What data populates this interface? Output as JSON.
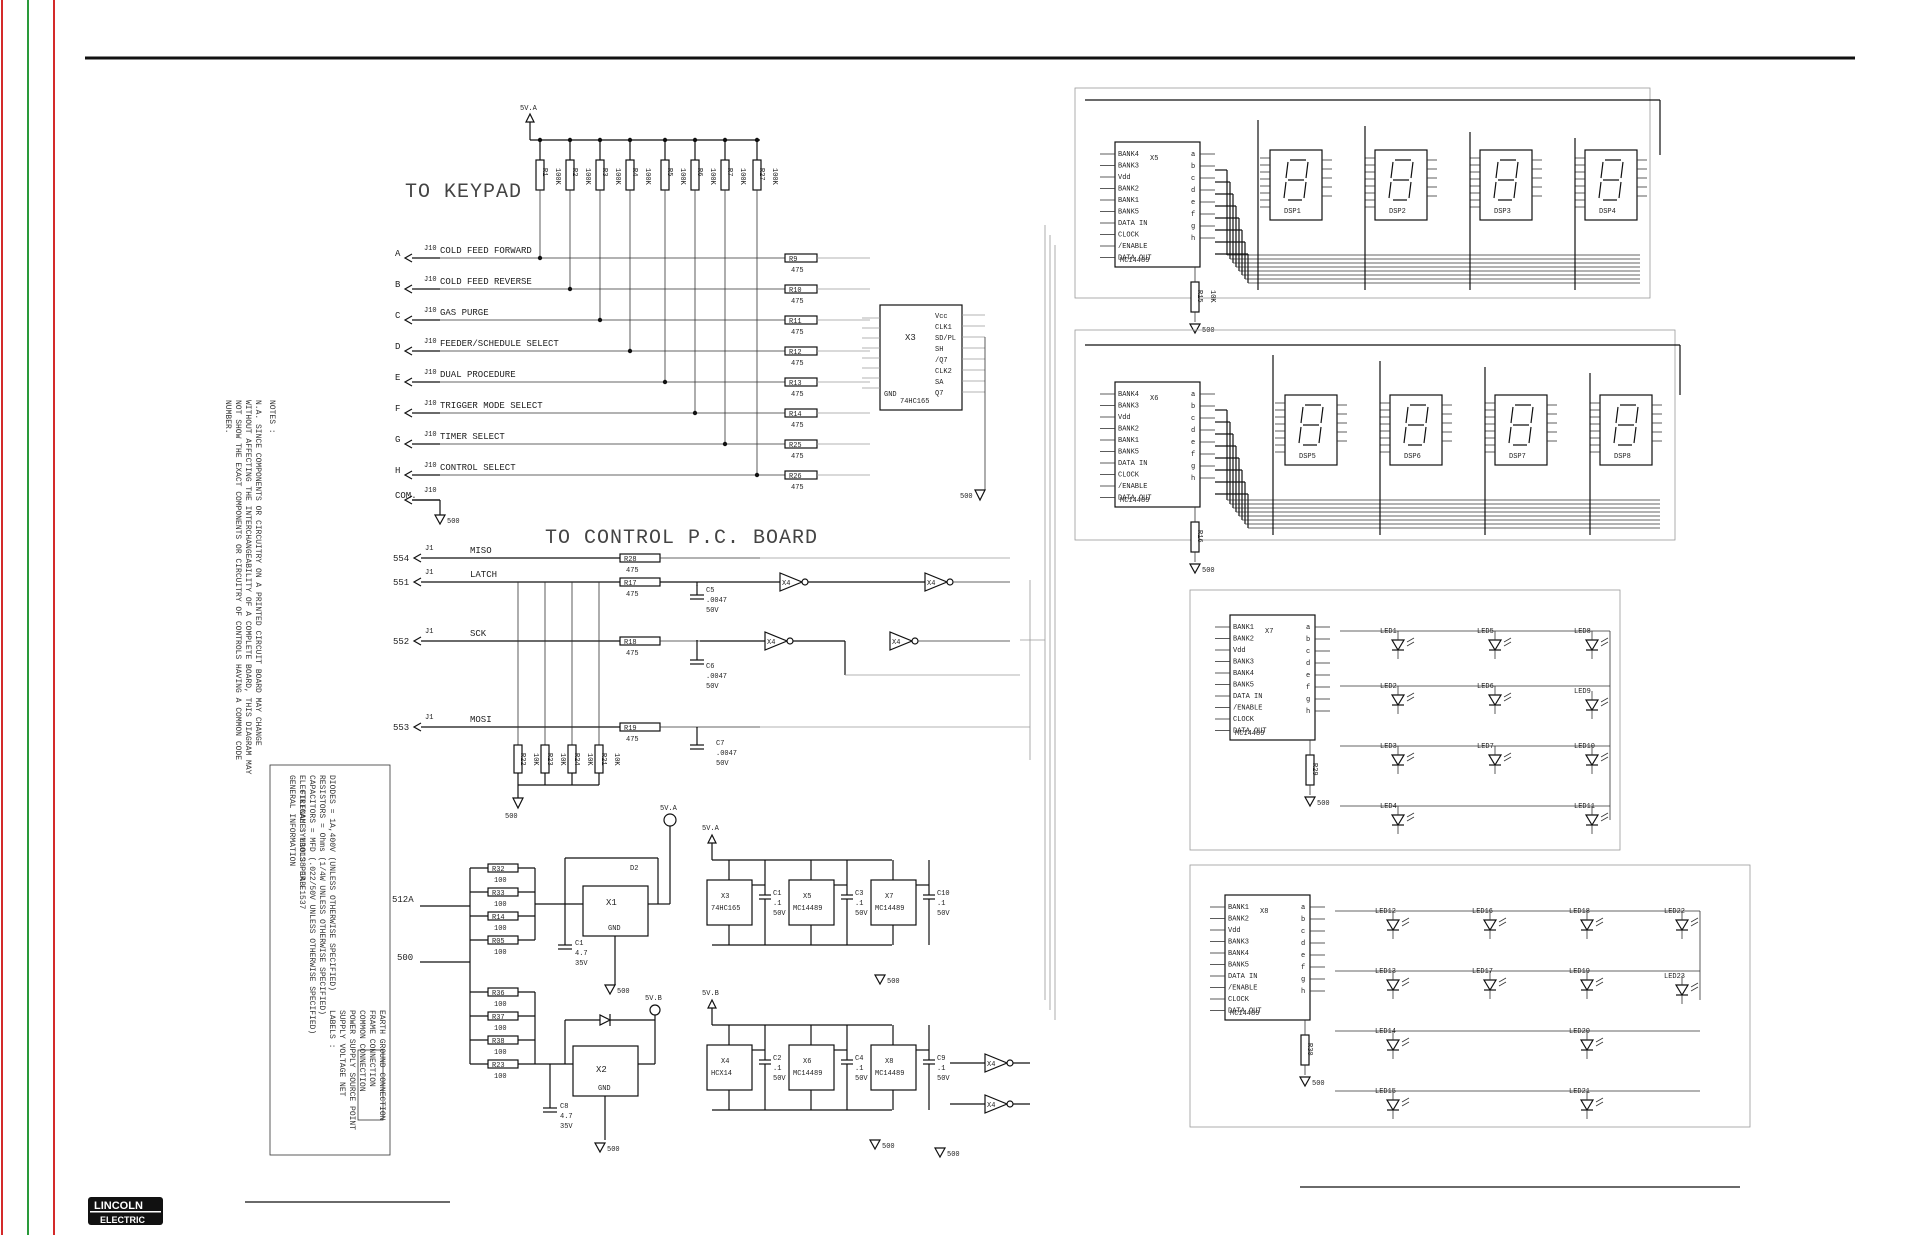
{
  "headings": {
    "keypad": "TO KEYPAD",
    "control_board": "TO CONTROL P.C. BOARD"
  },
  "keypad_inputs": [
    {
      "pin": "A",
      "conn": "J10",
      "label": "COLD FEED FORWARD",
      "res": "R9",
      "val": "475"
    },
    {
      "pin": "B",
      "conn": "J10",
      "label": "COLD FEED REVERSE",
      "res": "R10",
      "val": "475"
    },
    {
      "pin": "C",
      "conn": "J10",
      "label": "GAS PURGE",
      "res": "R11",
      "val": "475"
    },
    {
      "pin": "D",
      "conn": "J10",
      "label": "FEEDER/SCHEDULE SELECT",
      "res": "R12",
      "val": "475"
    },
    {
      "pin": "E",
      "conn": "J10",
      "label": "DUAL PROCEDURE",
      "res": "R13",
      "val": "475"
    },
    {
      "pin": "F",
      "conn": "J10",
      "label": "TRIGGER MODE SELECT",
      "res": "R14",
      "val": "475"
    },
    {
      "pin": "G",
      "conn": "J10",
      "label": "TIMER SELECT",
      "res": "R25",
      "val": "475"
    },
    {
      "pin": "H",
      "conn": "J10",
      "label": "CONTROL SELECT",
      "res": "R26",
      "val": "475"
    },
    {
      "pin": "COM.",
      "conn": "J10",
      "label": "",
      "res": "",
      "val": ""
    }
  ],
  "pullups": [
    "R1",
    "R2",
    "R3",
    "R4",
    "R5",
    "R6",
    "R7",
    "R27"
  ],
  "pullup_value": "100K",
  "supply_5va": "5V.A",
  "supply_5vb": "5V.B",
  "ground_500": "500",
  "x3": {
    "name": "X3",
    "part": "74HC165",
    "pins_right": [
      "Vcc",
      "CLK1",
      "SD/PL",
      "SH",
      "/Q7",
      "CLK2",
      "SA",
      "Q7"
    ],
    "pins_left": [
      "GND"
    ]
  },
  "control_signals": [
    {
      "net": "554",
      "conn": "J1",
      "label": "MISO",
      "res": "R28",
      "val": "475"
    },
    {
      "net": "551",
      "conn": "J1",
      "label": "LATCH",
      "res": "R17",
      "val": "475"
    },
    {
      "net": "552",
      "conn": "J1",
      "label": "SCK",
      "res": "R18",
      "val": "475"
    },
    {
      "net": "553",
      "conn": "J1",
      "label": "MOSI",
      "res": "R19",
      "val": "475"
    }
  ],
  "caps": {
    "c5": "C5",
    "c6": "C6",
    "c7": "C7",
    "cval": ".0047",
    "cv": "50V"
  },
  "pulldowns": [
    "R22",
    "R23",
    "R24",
    "R21"
  ],
  "pulldown_value": "10K",
  "x5": {
    "name": "X5",
    "part": "MC14489",
    "pins": [
      "BANK4",
      "BANK3",
      "Vdd",
      "BANK2",
      "BANK1",
      "BANK5",
      "DATA IN",
      "CLOCK",
      "/ENABLE",
      "DATA OUT"
    ]
  },
  "x6": {
    "name": "X6",
    "part": "MC14489",
    "pins": [
      "BANK4",
      "BANK3",
      "Vdd",
      "BANK2",
      "BANK1",
      "BANK5",
      "DATA IN",
      "CLOCK",
      "/ENABLE",
      "DATA OUT"
    ]
  },
  "x7": {
    "name": "X7",
    "part": "MC14489",
    "pins": [
      "BANK1",
      "BANK2",
      "Vdd",
      "BANK3",
      "BANK4",
      "BANK5",
      "DATA IN",
      "/ENABLE",
      "CLOCK",
      "DATA OUT"
    ]
  },
  "x8": {
    "name": "X8",
    "part": "MC14489",
    "pins": [
      "BANK1",
      "BANK2",
      "Vdd",
      "BANK3",
      "BANK4",
      "BANK5",
      "DATA IN",
      "/ENABLE",
      "CLOCK",
      "DATA OUT"
    ]
  },
  "displays_top": [
    "DSP1",
    "DSP2",
    "DSP3",
    "DSP4"
  ],
  "displays_mid": [
    "DSP5",
    "DSP6",
    "DSP7",
    "DSP8"
  ],
  "leds_x7": [
    "LED1",
    "LED5",
    "LED8",
    "LED2",
    "LED6",
    "LED9",
    "LED3",
    "LED7",
    "LED10",
    "LED4",
    "LED11"
  ],
  "leds_x8": [
    "LED12",
    "LED16",
    "LED18",
    "LED22",
    "LED13",
    "LED17",
    "LED19",
    "LED23",
    "LED14",
    "LED20",
    "LED15",
    "LED21"
  ],
  "res_x5": "R15",
  "res_x6": "R16",
  "res_x7": "R29",
  "res_x8": "R30",
  "res_x5_val": "10K",
  "power": {
    "j1a": "512A",
    "j1b": "500",
    "r_top": [
      "R32",
      "R33",
      "R14",
      "R05"
    ],
    "r_bot": [
      "R36",
      "R37",
      "R38",
      "R23"
    ],
    "rval": "100",
    "x1": "X1",
    "x2": "X2",
    "d2": "D2",
    "gnd": "GND",
    "c1": "C1",
    "c1v": "4.7",
    "c1r": "35V",
    "c8": "C8",
    "c8v": "4.7",
    "c8r": "35V",
    "decoup_a": [
      {
        "ic": "X3",
        "part": "74HC165",
        "cap": "C1"
      },
      {
        "ic": "X5",
        "part": "MC14489",
        "cap": "C3"
      },
      {
        "ic": "X7",
        "part": "MC14489",
        "cap": "C10"
      }
    ],
    "decoup_b": [
      {
        "ic": "X4",
        "part": "HCX14",
        "cap": "C2"
      },
      {
        "ic": "X6",
        "part": "MC14489",
        "cap": "C4"
      },
      {
        "ic": "X8",
        "part": "MC14489",
        "cap": "C9"
      }
    ],
    "dval": ".1",
    "dv": "50V"
  },
  "gates": [
    "X4",
    "X4",
    "X4",
    "X4",
    "X4",
    "X4"
  ],
  "notes": {
    "title": "NOTES :",
    "lines": [
      "N.A. SINCE COMPONENTS OR CIRCUITRY ON A PRINTED CIRCUIT BOARD MAY CHANGE",
      "WITHOUT AFFECTING THE INTERCHANGEABILITY OF A COMPLETE BOARD, THIS DIAGRAM MAY",
      "NOT SHOW THE EXACT COMPONENTS OR CIRCUITRY OF CONTROLS HAVING A COMMON CODE",
      "NUMBER."
    ]
  },
  "general_info": {
    "title": "GENERAL INFORMATION",
    "lines": [
      "ELECTRICAL SYMBOLS PER E1537",
      "CAPACITORS = MFD (.022/50V UNLESS OTHERWISE SPECIFIED)",
      "RESISTORS = Ohms (1/4W UNLESS OTHERWISE SPECIFIED)",
      "DIODES = 1A,400V (UNLESS OTHERWISE SPECIFIED)"
    ],
    "filename": "FILENAME: L10138-1AB"
  },
  "labels": {
    "title": "LABELS :",
    "lines": [
      "SUPPLY VOLTAGE NET",
      "POWER SUPPLY SOURCE POINT",
      "COMMON CONNECTION",
      "FRAME CONNECTION",
      "EARTH GROUND CONNECTION"
    ]
  },
  "brand": {
    "top": "LINCOLN",
    "bottom": "ELECTRIC"
  },
  "colors": {
    "red_rule": "#d42a2a",
    "green_rule": "#2a9a3a",
    "ink": "#111111"
  }
}
